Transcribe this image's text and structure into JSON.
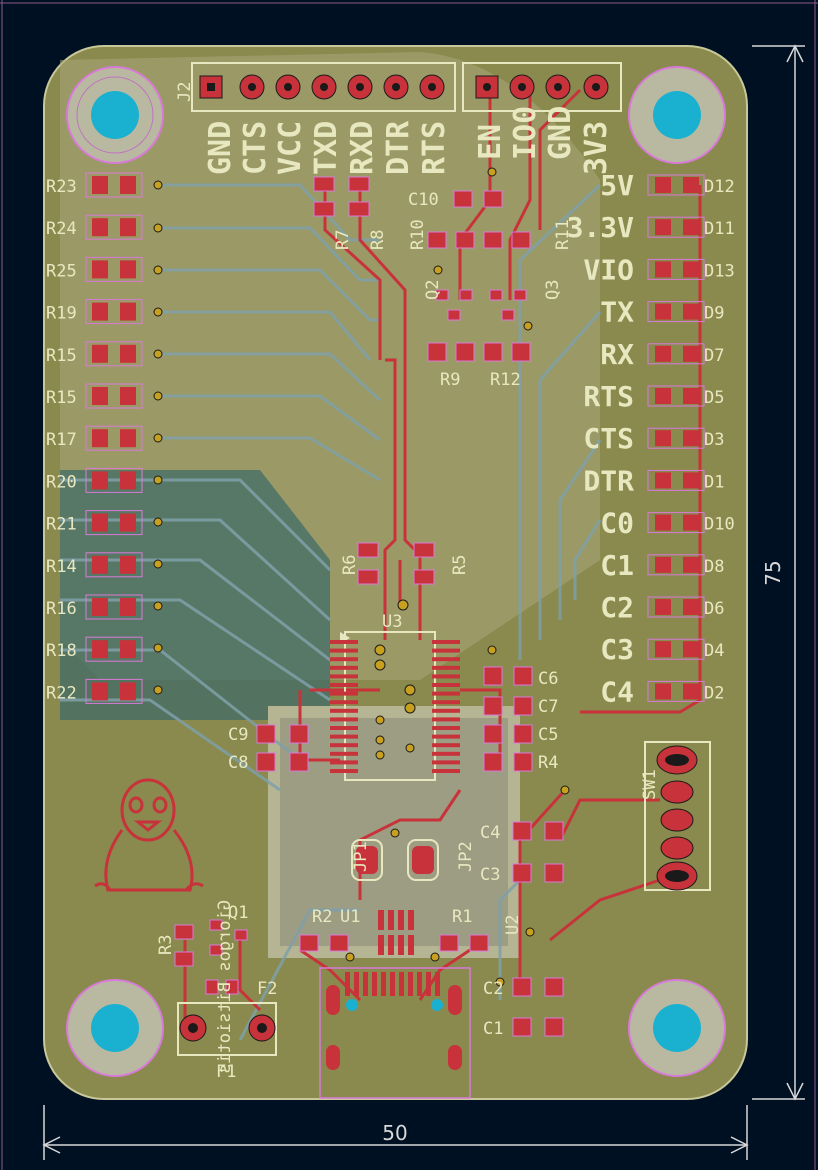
{
  "board": {
    "colors": {
      "background": "#001023",
      "board_fill": "#8a8a4e",
      "copper": "#c8323a",
      "silk": "#e8e8c0",
      "trace_inner": "#7fa0a8",
      "hole": "#1ab0d0"
    }
  },
  "connectors": {
    "j2_ref": "J2",
    "j2_pins": [
      "GND",
      "CTS",
      "VCC",
      "TXD",
      "RXD",
      "DTR",
      "RTS"
    ],
    "j3_pins": [
      "EN",
      "IO0",
      "GND",
      "3V3"
    ]
  },
  "indicators": {
    "left": [
      "5V",
      "3.3V",
      "VIO",
      "TX",
      "RX",
      "RTS",
      "CTS",
      "DTR",
      "C0",
      "C1",
      "C2",
      "C3",
      "C4"
    ],
    "right": [
      "D12",
      "D11",
      "D13",
      "D9",
      "D7",
      "D5",
      "D3",
      "D1",
      "D10",
      "D8",
      "D6",
      "D4",
      "D2"
    ]
  },
  "resistor_column": [
    "R23",
    "R24",
    "R25",
    "R19",
    "R15",
    "R15",
    "R17",
    "R20",
    "R21",
    "R14",
    "R16",
    "R18",
    "R22"
  ],
  "refs": {
    "r7": "R7",
    "r8": "R8",
    "r10": "R10",
    "c10": "C10",
    "r11": "R11",
    "q2": "Q2",
    "q3": "Q3",
    "r9": "R9",
    "r12": "R12",
    "r6": "R6",
    "r5": "R5",
    "u3": "U3",
    "c6": "C6",
    "c7": "C7",
    "c5": "C5",
    "r4": "R4",
    "c9": "C9",
    "c8": "C8",
    "sw1": "SW1",
    "c4": "C4",
    "c3": "C3",
    "jp1": "JP1",
    "jp2": "JP2",
    "r2": "R2",
    "u1": "U1",
    "r1": "R1",
    "u2": "U2",
    "r3": "R3",
    "q1": "Q1",
    "f2": "F2",
    "f1": "F1",
    "c2": "C2",
    "c1": "C1"
  },
  "board_text": "Giorgos Bitsiotis",
  "dimensions": {
    "width": "50",
    "height": "75"
  }
}
